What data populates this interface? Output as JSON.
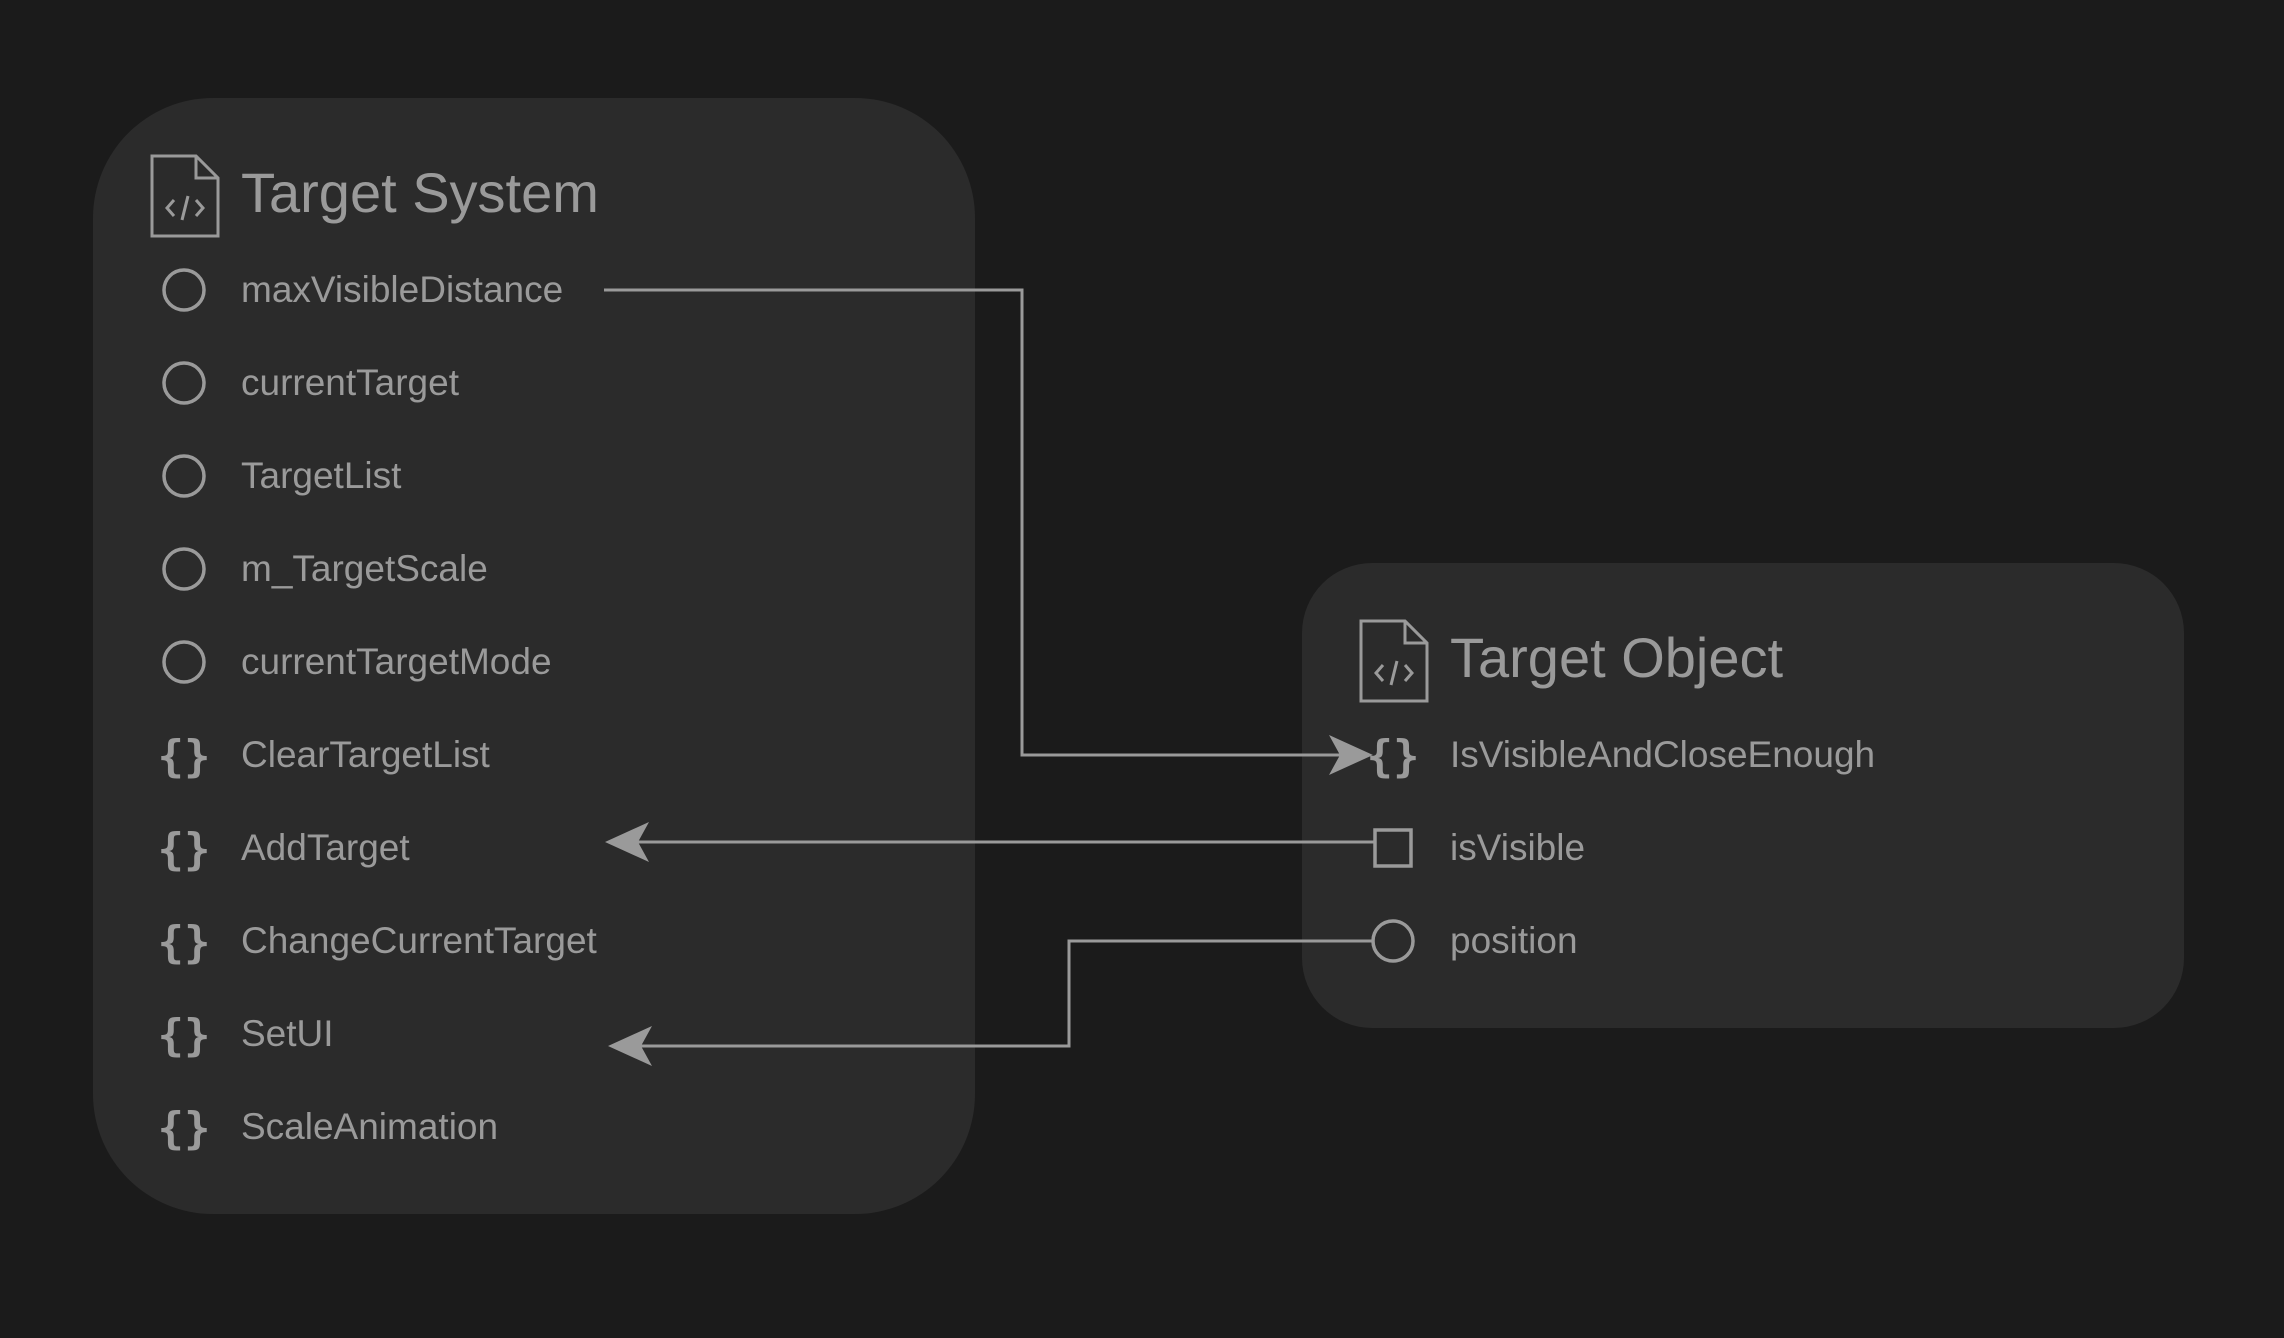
{
  "target_system": {
    "title": "Target System",
    "icon": "code-file-icon",
    "members": [
      {
        "label": "maxVisibleDistance",
        "kind": "field",
        "icon": "circle-icon"
      },
      {
        "label": "currentTarget",
        "kind": "field",
        "icon": "circle-icon"
      },
      {
        "label": "TargetList",
        "kind": "field",
        "icon": "circle-icon"
      },
      {
        "label": "m_TargetScale",
        "kind": "field",
        "icon": "circle-icon"
      },
      {
        "label": "currentTargetMode",
        "kind": "field",
        "icon": "circle-icon"
      },
      {
        "label": "ClearTargetList",
        "kind": "method",
        "icon": "braces-icon"
      },
      {
        "label": "AddTarget",
        "kind": "method",
        "icon": "braces-icon"
      },
      {
        "label": "ChangeCurrentTarget",
        "kind": "method",
        "icon": "braces-icon"
      },
      {
        "label": "SetUI",
        "kind": "method",
        "icon": "braces-icon"
      },
      {
        "label": "ScaleAnimation",
        "kind": "method",
        "icon": "braces-icon"
      }
    ]
  },
  "target_object": {
    "title": "Target Object",
    "icon": "code-file-icon",
    "members": [
      {
        "label": "IsVisibleAndCloseEnough",
        "kind": "method",
        "icon": "braces-icon"
      },
      {
        "label": "isVisible",
        "kind": "property",
        "icon": "square-icon"
      },
      {
        "label": "position",
        "kind": "field",
        "icon": "circle-icon"
      }
    ]
  },
  "connections": [
    {
      "from": "maxVisibleDistance",
      "to": "IsVisibleAndCloseEnough"
    },
    {
      "from": "isVisible",
      "to": "AddTarget"
    },
    {
      "from": "position",
      "to": "SetUI"
    }
  ],
  "colors": {
    "background": "#1b1b1b",
    "panel": "#2b2b2b",
    "text": "#9a9a9a",
    "line": "#9a9a9a"
  }
}
